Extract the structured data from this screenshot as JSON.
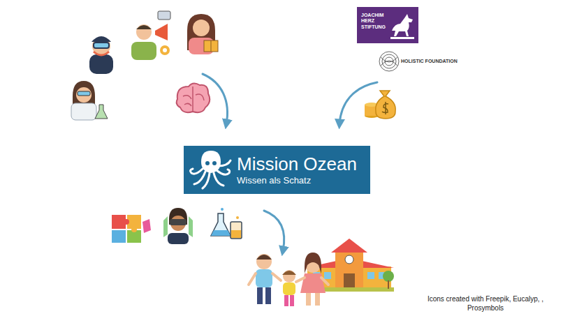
{
  "diagram": {
    "nodes": [
      {
        "text": [
          "JOACHIM HERZ STIFTUNG"
        ]
      },
      {
        "text": [
          "Mission Ozean",
          "Wissen als Schatz"
        ]
      }
    ],
    "labels": [
      "HOLISTIC FOUNDATION",
      "Icons created with Freepik, Eucalyp, , Prosymbols"
    ]
  }
}
